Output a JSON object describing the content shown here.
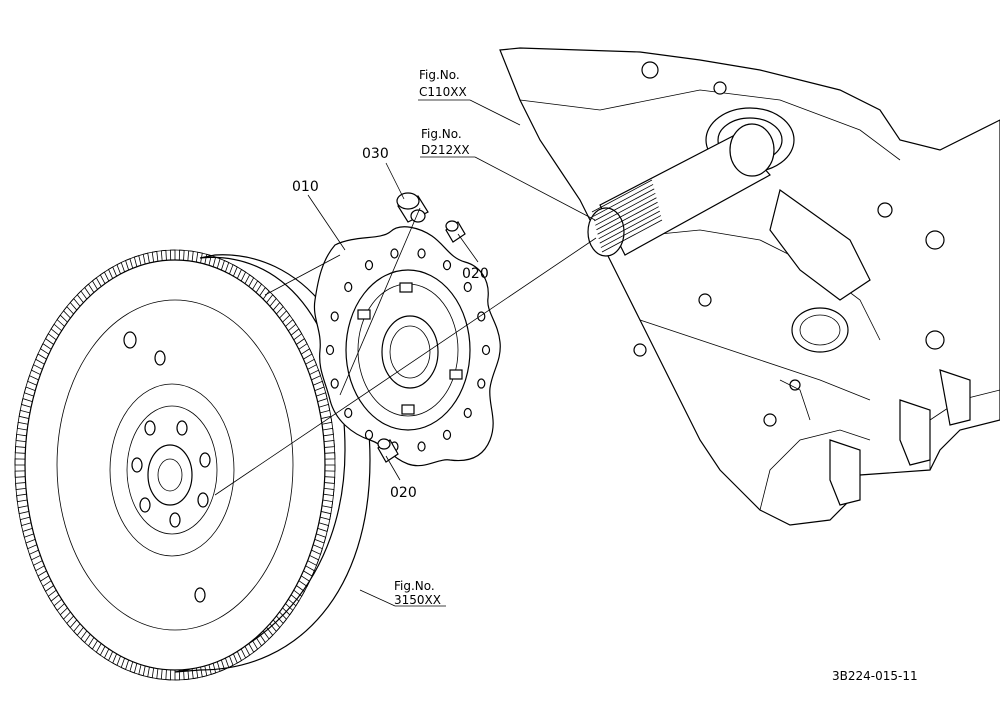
{
  "callouts": {
    "fig_c110": {
      "line1": "Fig.No.",
      "line2": "C110XX"
    },
    "fig_d212": {
      "line1": "Fig.No.",
      "line2": "D212XX"
    },
    "fig_3150": {
      "line1": "Fig.No.",
      "line2": "3150XX"
    }
  },
  "parts": {
    "p010": "010",
    "p020_top": "020",
    "p020_bottom": "020",
    "p030": "030"
  },
  "drawing_number": "3B224-015-11",
  "ring_gear_teeth": 110,
  "colors": {
    "ink": "#000000",
    "paper": "#ffffff"
  }
}
